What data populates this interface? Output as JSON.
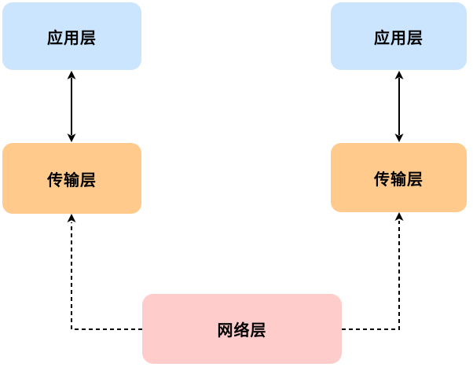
{
  "diagram": {
    "type": "layered-network-architecture",
    "background": "#FFFFFF",
    "nodes": [
      {
        "id": "application-left",
        "label": "应用层",
        "fill": "#CCE5FF",
        "text_color": "#000000"
      },
      {
        "id": "transport-left",
        "label": "传输层",
        "fill": "#FFCA8C",
        "text_color": "#000000"
      },
      {
        "id": "application-right",
        "label": "应用层",
        "fill": "#CCE5FF",
        "text_color": "#000000"
      },
      {
        "id": "transport-right",
        "label": "传输层",
        "fill": "#FFCA8C",
        "text_color": "#000000"
      },
      {
        "id": "network",
        "label": "网络层",
        "fill": "#FFCCCC",
        "text_color": "#000000"
      }
    ],
    "edges": [
      {
        "from": "application-left",
        "to": "transport-left",
        "line": "solid",
        "arrows": "both",
        "color": "#000000"
      },
      {
        "from": "application-right",
        "to": "transport-right",
        "line": "solid",
        "arrows": "both",
        "color": "#000000"
      },
      {
        "from": "network",
        "to": "transport-left",
        "line": "dashed",
        "arrows": "to",
        "color": "#000000"
      },
      {
        "from": "network",
        "to": "transport-right",
        "line": "dashed",
        "arrows": "to",
        "color": "#000000"
      }
    ]
  }
}
